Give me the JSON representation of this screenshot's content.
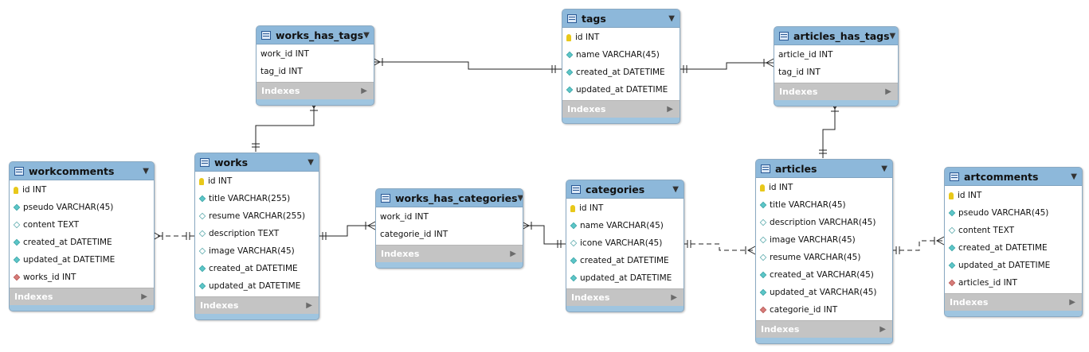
{
  "tables": [
    {
      "id": "works_has_tags",
      "name": "works_has_tags",
      "indexes_label": "Indexes",
      "fields": [
        {
          "name": "work_id INT",
          "icon": "none"
        },
        {
          "name": "tag_id INT",
          "icon": "none"
        }
      ]
    },
    {
      "id": "tags",
      "name": "tags",
      "indexes_label": "Indexes",
      "fields": [
        {
          "name": "id INT",
          "icon": "primary-key-icon"
        },
        {
          "name": "name VARCHAR(45)",
          "icon": "column-filled-icon"
        },
        {
          "name": "created_at DATETIME",
          "icon": "column-filled-icon"
        },
        {
          "name": "updated_at DATETIME",
          "icon": "column-filled-icon"
        }
      ]
    },
    {
      "id": "articles_has_tags",
      "name": "articles_has_tags",
      "indexes_label": "Indexes",
      "fields": [
        {
          "name": "article_id INT",
          "icon": "none"
        },
        {
          "name": "tag_id INT",
          "icon": "none"
        }
      ]
    },
    {
      "id": "workcomments",
      "name": "workcomments",
      "indexes_label": "Indexes",
      "fields": [
        {
          "name": "id INT",
          "icon": "primary-key-icon"
        },
        {
          "name": "pseudo VARCHAR(45)",
          "icon": "column-filled-icon"
        },
        {
          "name": "content TEXT",
          "icon": "column-empty-icon"
        },
        {
          "name": "created_at DATETIME",
          "icon": "column-filled-icon"
        },
        {
          "name": "updated_at DATETIME",
          "icon": "column-filled-icon"
        },
        {
          "name": "works_id INT",
          "icon": "foreign-key-icon"
        }
      ]
    },
    {
      "id": "works",
      "name": "works",
      "indexes_label": "Indexes",
      "fields": [
        {
          "name": "id INT",
          "icon": "primary-key-icon"
        },
        {
          "name": "title VARCHAR(255)",
          "icon": "column-filled-icon"
        },
        {
          "name": "resume VARCHAR(255)",
          "icon": "column-empty-icon"
        },
        {
          "name": "description TEXT",
          "icon": "column-empty-icon"
        },
        {
          "name": "image VARCHAR(45)",
          "icon": "column-empty-icon"
        },
        {
          "name": "created_at DATETIME",
          "icon": "column-filled-icon"
        },
        {
          "name": "updated_at DATETIME",
          "icon": "column-filled-icon"
        }
      ]
    },
    {
      "id": "works_has_categories",
      "name": "works_has_categories",
      "indexes_label": "Indexes",
      "fields": [
        {
          "name": "work_id INT",
          "icon": "none"
        },
        {
          "name": "categorie_id INT",
          "icon": "none"
        }
      ]
    },
    {
      "id": "categories",
      "name": "categories",
      "indexes_label": "Indexes",
      "fields": [
        {
          "name": "id INT",
          "icon": "primary-key-icon"
        },
        {
          "name": "name VARCHAR(45)",
          "icon": "column-filled-icon"
        },
        {
          "name": "icone VARCHAR(45)",
          "icon": "column-empty-icon"
        },
        {
          "name": "created_at DATETIME",
          "icon": "column-filled-icon"
        },
        {
          "name": "updated_at DATETIME",
          "icon": "column-filled-icon"
        }
      ]
    },
    {
      "id": "articles",
      "name": "articles",
      "indexes_label": "Indexes",
      "fields": [
        {
          "name": "id INT",
          "icon": "primary-key-icon"
        },
        {
          "name": "title VARCHAR(45)",
          "icon": "column-filled-icon"
        },
        {
          "name": "description VARCHAR(45)",
          "icon": "column-empty-icon"
        },
        {
          "name": "image VARCHAR(45)",
          "icon": "column-empty-icon"
        },
        {
          "name": "resume VARCHAR(45)",
          "icon": "column-empty-icon"
        },
        {
          "name": "created_at VARCHAR(45)",
          "icon": "column-filled-icon"
        },
        {
          "name": "updated_at VARCHAR(45)",
          "icon": "column-filled-icon"
        },
        {
          "name": "categorie_id INT",
          "icon": "foreign-key-icon"
        }
      ]
    },
    {
      "id": "artcomments",
      "name": "artcomments",
      "indexes_label": "Indexes",
      "fields": [
        {
          "name": "id INT",
          "icon": "primary-key-icon"
        },
        {
          "name": "pseudo VARCHAR(45)",
          "icon": "column-filled-icon"
        },
        {
          "name": "content TEXT",
          "icon": "column-empty-icon"
        },
        {
          "name": "created_at DATETIME",
          "icon": "column-filled-icon"
        },
        {
          "name": "updated_at DATETIME",
          "icon": "column-filled-icon"
        },
        {
          "name": "articles_id INT",
          "icon": "foreign-key-icon"
        }
      ]
    }
  ],
  "relationships": [
    {
      "id": "works-to-works_has_tags",
      "from": "works",
      "to": "works_has_tags",
      "from_end": "one-mandatory",
      "to_end": "many",
      "style": "solid"
    },
    {
      "id": "tags-to-works_has_tags",
      "from": "tags",
      "to": "works_has_tags",
      "from_end": "one-mandatory",
      "to_end": "many",
      "style": "solid"
    },
    {
      "id": "tags-to-articles_has_tags",
      "from": "tags",
      "to": "articles_has_tags",
      "from_end": "one-mandatory",
      "to_end": "many",
      "style": "solid"
    },
    {
      "id": "articles-to-articles_has_tags",
      "from": "articles",
      "to": "articles_has_tags",
      "from_end": "one-mandatory",
      "to_end": "many",
      "style": "solid"
    },
    {
      "id": "works-to-workcomments",
      "from": "works",
      "to": "workcomments",
      "from_end": "one-mandatory",
      "to_end": "many",
      "style": "dashed"
    },
    {
      "id": "works-to-works_has_categories",
      "from": "works",
      "to": "works_has_categories",
      "from_end": "one-mandatory",
      "to_end": "many",
      "style": "solid"
    },
    {
      "id": "categories-to-works_has_categories",
      "from": "categories",
      "to": "works_has_categories",
      "from_end": "one-mandatory",
      "to_end": "many",
      "style": "solid"
    },
    {
      "id": "categories-to-articles",
      "from": "categories",
      "to": "articles",
      "from_end": "one-mandatory",
      "to_end": "many",
      "style": "dashed"
    },
    {
      "id": "articles-to-artcomments",
      "from": "articles",
      "to": "artcomments",
      "from_end": "one-mandatory",
      "to_end": "many",
      "style": "dashed"
    }
  ]
}
